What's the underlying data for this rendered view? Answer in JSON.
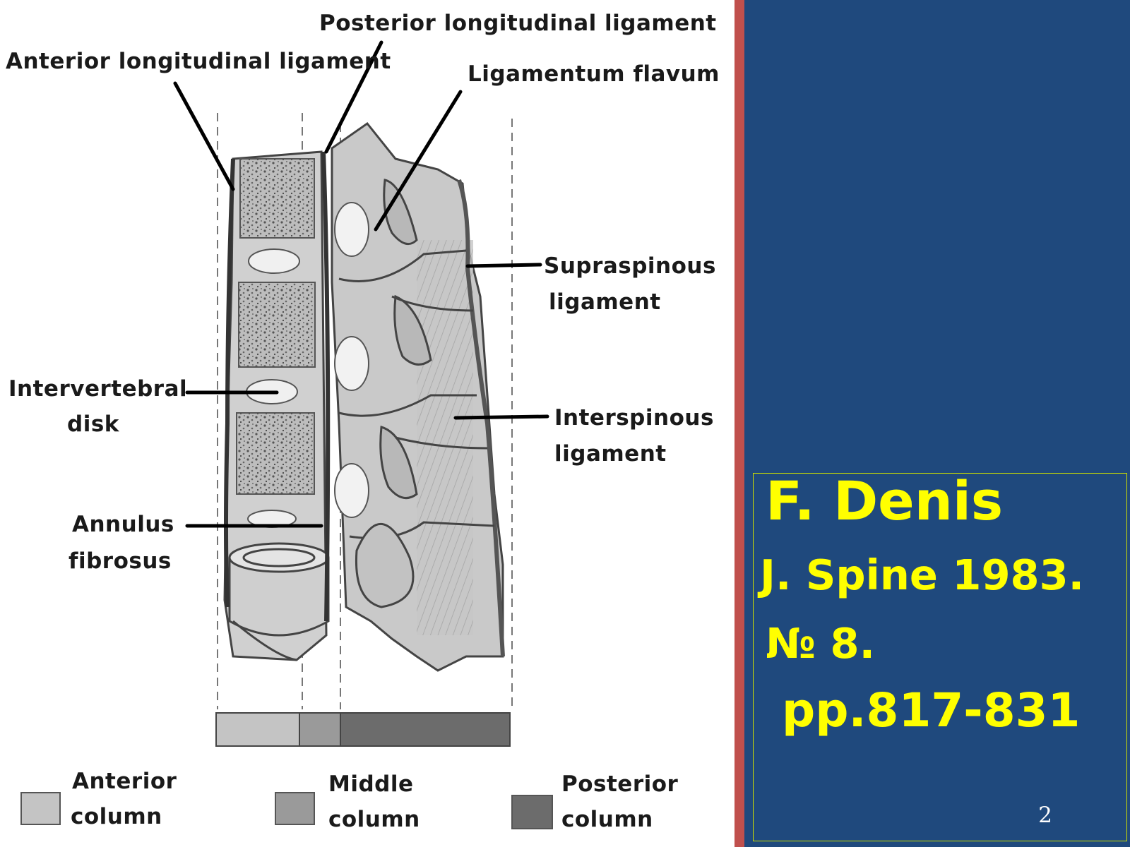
{
  "diagram": {
    "labels": {
      "posterior_longitudinal_ligament": "Posterior longitudinal ligament",
      "anterior_longitudinal_ligament": "Anterior longitudinal ligament",
      "ligamentum_flavum": "Ligamentum  flavum",
      "supraspinous_line1": "Supraspinous",
      "supraspinous_line2": "ligament",
      "interspinous_line1": "Interspinous",
      "interspinous_line2": "ligament",
      "intervertebral_line1": "Intervertebral",
      "intervertebral_line2": "disk",
      "annulus_line1": "Annulus",
      "annulus_line2": "fibrosus"
    },
    "legend": [
      {
        "line1": "Anterior",
        "line2": "column",
        "color": "#c4c4c4"
      },
      {
        "line1": "Middle",
        "line2": "column",
        "color": "#9a9a9a"
      },
      {
        "line1": "Posterior",
        "line2": "column",
        "color": "#6c6c6c"
      }
    ]
  },
  "citation": {
    "author": "F. Denis",
    "journal": "J. Spine 1983.",
    "issue": "№ 8.",
    "pages": " pp.817-831"
  },
  "page_number": "2",
  "colors": {
    "panel_blue": "#1f497d",
    "accent_red": "#c0504d",
    "citation_yellow": "#ffff00"
  }
}
